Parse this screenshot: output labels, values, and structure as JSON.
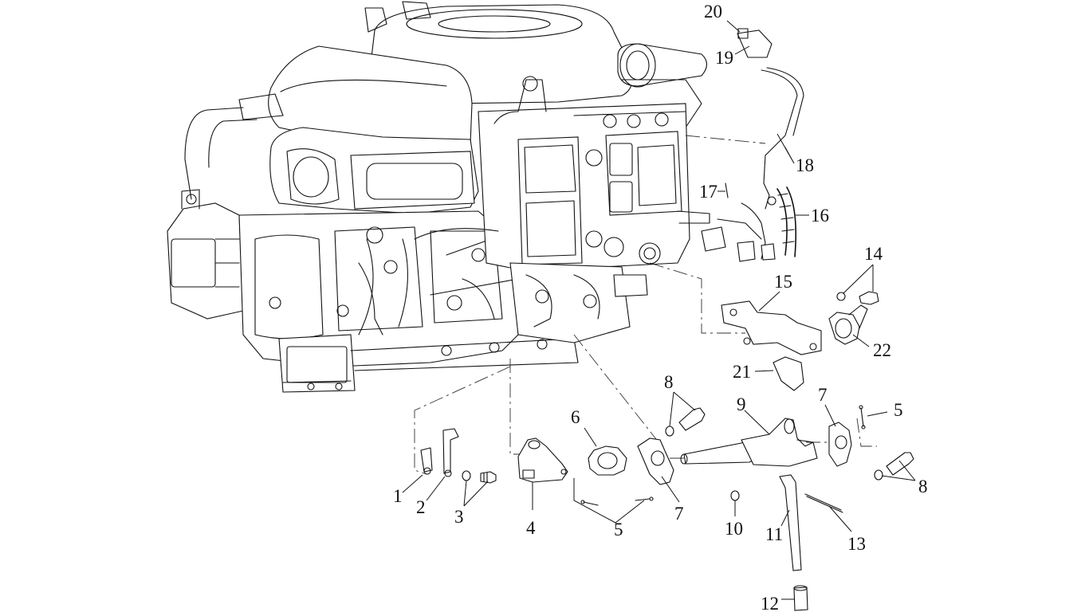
{
  "diagram": {
    "type": "exploded-parts-diagram",
    "callouts": [
      {
        "id": "c20",
        "label": "20"
      },
      {
        "id": "c19",
        "label": "19"
      },
      {
        "id": "c18",
        "label": "18"
      },
      {
        "id": "c17",
        "label": "17"
      },
      {
        "id": "c16",
        "label": "16"
      },
      {
        "id": "c14",
        "label": "14"
      },
      {
        "id": "c15",
        "label": "15"
      },
      {
        "id": "c22",
        "label": "22"
      },
      {
        "id": "c21",
        "label": "21"
      },
      {
        "id": "c7a",
        "label": "7"
      },
      {
        "id": "c5a",
        "label": "5"
      },
      {
        "id": "c8a",
        "label": "8"
      },
      {
        "id": "c9",
        "label": "9"
      },
      {
        "id": "c6",
        "label": "6"
      },
      {
        "id": "c8b",
        "label": "8"
      },
      {
        "id": "c1",
        "label": "1"
      },
      {
        "id": "c2",
        "label": "2"
      },
      {
        "id": "c3",
        "label": "3"
      },
      {
        "id": "c4",
        "label": "4"
      },
      {
        "id": "c5b",
        "label": "5"
      },
      {
        "id": "c7b",
        "label": "7"
      },
      {
        "id": "c10",
        "label": "10"
      },
      {
        "id": "c11",
        "label": "11"
      },
      {
        "id": "c13",
        "label": "13"
      },
      {
        "id": "c12",
        "label": "12"
      }
    ]
  }
}
